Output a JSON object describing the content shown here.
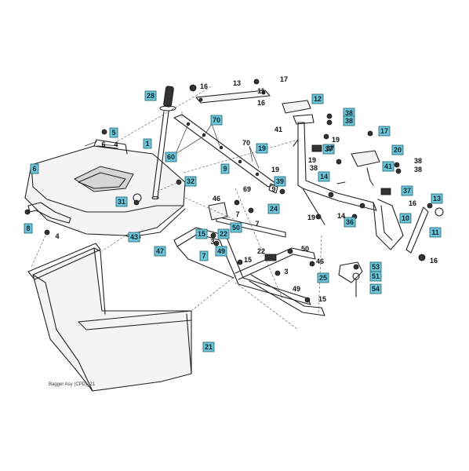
{
  "diagram": {
    "caption": "Bagger Asy (CPD)_21",
    "footer_faint": "",
    "callouts_boxed": [
      {
        "id": "c28",
        "label": "28"
      },
      {
        "id": "c12",
        "label": "12"
      },
      {
        "id": "c38a",
        "label": "38"
      },
      {
        "id": "c38b",
        "label": "38"
      },
      {
        "id": "c5",
        "label": "5"
      },
      {
        "id": "c70",
        "label": "70"
      },
      {
        "id": "c1",
        "label": "1"
      },
      {
        "id": "c17b",
        "label": "17"
      },
      {
        "id": "c20",
        "label": "20"
      },
      {
        "id": "c6",
        "label": "6"
      },
      {
        "id": "c60",
        "label": "60"
      },
      {
        "id": "c9",
        "label": "9"
      },
      {
        "id": "c19",
        "label": "19"
      },
      {
        "id": "c39",
        "label": "39"
      },
      {
        "id": "c41",
        "label": "41"
      },
      {
        "id": "c14",
        "label": "14"
      },
      {
        "id": "c32",
        "label": "32"
      },
      {
        "id": "c31",
        "label": "31"
      },
      {
        "id": "c24",
        "label": "24"
      },
      {
        "id": "c37a",
        "label": "37"
      },
      {
        "id": "c37b",
        "label": "37"
      },
      {
        "id": "c13",
        "label": "13"
      },
      {
        "id": "c10",
        "label": "10"
      },
      {
        "id": "c36",
        "label": "36"
      },
      {
        "id": "c8",
        "label": "8"
      },
      {
        "id": "c43",
        "label": "43"
      },
      {
        "id": "c15a",
        "label": "15"
      },
      {
        "id": "c22",
        "label": "22"
      },
      {
        "id": "c50",
        "label": "50"
      },
      {
        "id": "c11",
        "label": "11"
      },
      {
        "id": "c47",
        "label": "47"
      },
      {
        "id": "c49a",
        "label": "49"
      },
      {
        "id": "c7",
        "label": "7"
      },
      {
        "id": "c53",
        "label": "53"
      },
      {
        "id": "c51",
        "label": "51"
      },
      {
        "id": "c25",
        "label": "25"
      },
      {
        "id": "c54",
        "label": "54"
      },
      {
        "id": "c21",
        "label": "21"
      }
    ],
    "callouts_plain": [
      {
        "id": "p16a",
        "label": "16"
      },
      {
        "id": "p13",
        "label": "13"
      },
      {
        "id": "p17a",
        "label": "17"
      },
      {
        "id": "p11a",
        "label": "11"
      },
      {
        "id": "p16b",
        "label": "16"
      },
      {
        "id": "p38c",
        "label": "38"
      },
      {
        "id": "p41",
        "label": "41"
      },
      {
        "id": "p4a",
        "label": "4"
      },
      {
        "id": "p19a",
        "label": "19"
      },
      {
        "id": "p37",
        "label": "37"
      },
      {
        "id": "p70",
        "label": "70"
      },
      {
        "id": "p19b",
        "label": "19"
      },
      {
        "id": "p38d",
        "label": "38"
      },
      {
        "id": "p38e",
        "label": "38"
      },
      {
        "id": "p69",
        "label": "69"
      },
      {
        "id": "p9",
        "label": "9"
      },
      {
        "id": "p19c",
        "label": "19"
      },
      {
        "id": "p46a",
        "label": "46"
      },
      {
        "id": "p7a",
        "label": "7"
      },
      {
        "id": "p7b",
        "label": "7"
      },
      {
        "id": "p19d",
        "label": "19"
      },
      {
        "id": "p14",
        "label": "14"
      },
      {
        "id": "p16c",
        "label": "16"
      },
      {
        "id": "p6",
        "label": "6"
      },
      {
        "id": "p4b",
        "label": "4"
      },
      {
        "id": "p3a",
        "label": "3"
      },
      {
        "id": "p22",
        "label": "22"
      },
      {
        "id": "p50",
        "label": "50"
      },
      {
        "id": "p15b",
        "label": "15"
      },
      {
        "id": "p46b",
        "label": "46"
      },
      {
        "id": "p3b",
        "label": "3"
      },
      {
        "id": "p16d",
        "label": "16"
      },
      {
        "id": "p49",
        "label": "49"
      },
      {
        "id": "p15c",
        "label": "15"
      }
    ]
  }
}
